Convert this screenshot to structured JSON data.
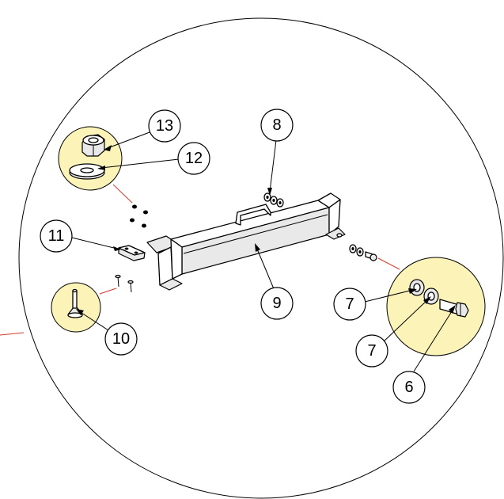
{
  "diagram": {
    "colors": {
      "detail_circle_fill": "#fbf3b8",
      "link_line": "#d63a2f",
      "outline": "#000000"
    },
    "callouts": [
      {
        "id": "c13",
        "label": "13"
      },
      {
        "id": "c12",
        "label": "12"
      },
      {
        "id": "c8",
        "label": "8"
      },
      {
        "id": "c11",
        "label": "11"
      },
      {
        "id": "c10",
        "label": "10"
      },
      {
        "id": "c9",
        "label": "9"
      },
      {
        "id": "c7a",
        "label": "7"
      },
      {
        "id": "c7b",
        "label": "7"
      },
      {
        "id": "c6",
        "label": "6"
      }
    ]
  }
}
